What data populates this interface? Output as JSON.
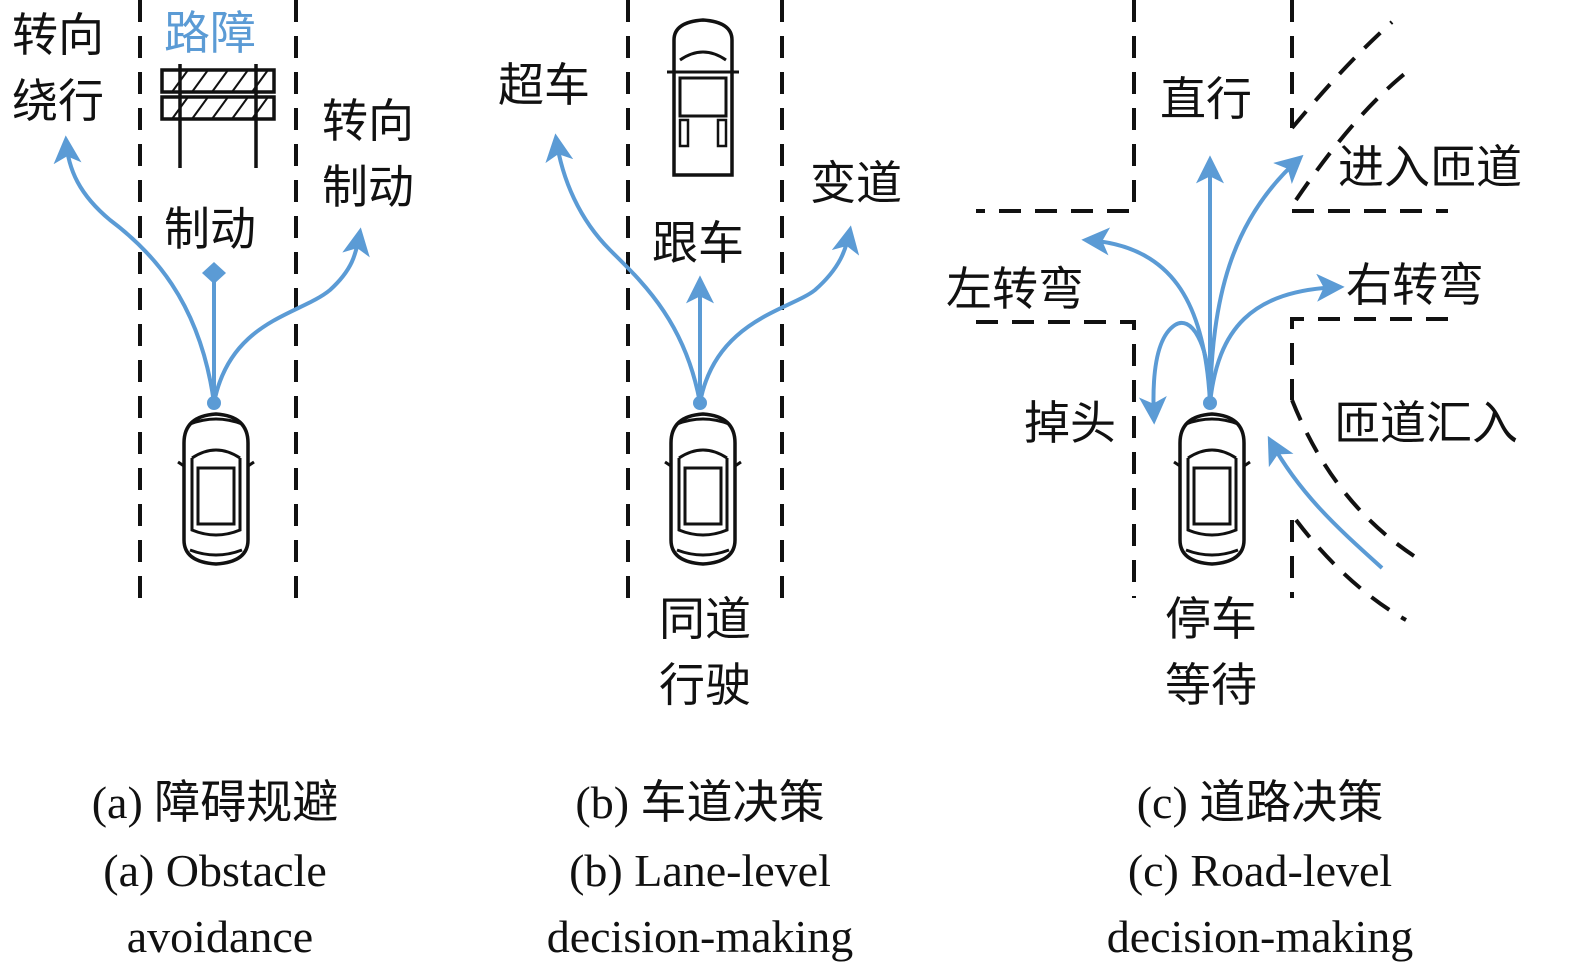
{
  "colors": {
    "accent": "#5b9bd5",
    "ink": "#111111"
  },
  "panel_a": {
    "label_steer_detour": "转向\n绕行",
    "label_roadblock": "路障",
    "label_steer_brake": "转向\n制动",
    "label_brake": "制动",
    "caption_cn": "(a) 障碍规避",
    "caption_en_1": "(a) Obstacle",
    "caption_en_2": "avoidance"
  },
  "panel_b": {
    "label_overtake": "超车",
    "label_change_lane": "变道",
    "label_follow": "跟车",
    "label_same_lane": "同道\n行驶",
    "caption_cn": "(b) 车道决策",
    "caption_en_1": "(b) Lane-level",
    "caption_en_2": "decision-making"
  },
  "panel_c": {
    "label_straight": "直行",
    "label_enter_ramp": "进入匝道",
    "label_left_turn": "左转弯",
    "label_right_turn": "右转弯",
    "label_u_turn": "掉头",
    "label_merge": "匝道汇入",
    "label_stop_wait": "停车\n等待",
    "caption_cn": "(c) 道路决策",
    "caption_en_1": "(c) Road-level",
    "caption_en_2": "decision-making"
  },
  "icons": [
    "car-icon",
    "truck-icon",
    "roadblock-icon"
  ]
}
